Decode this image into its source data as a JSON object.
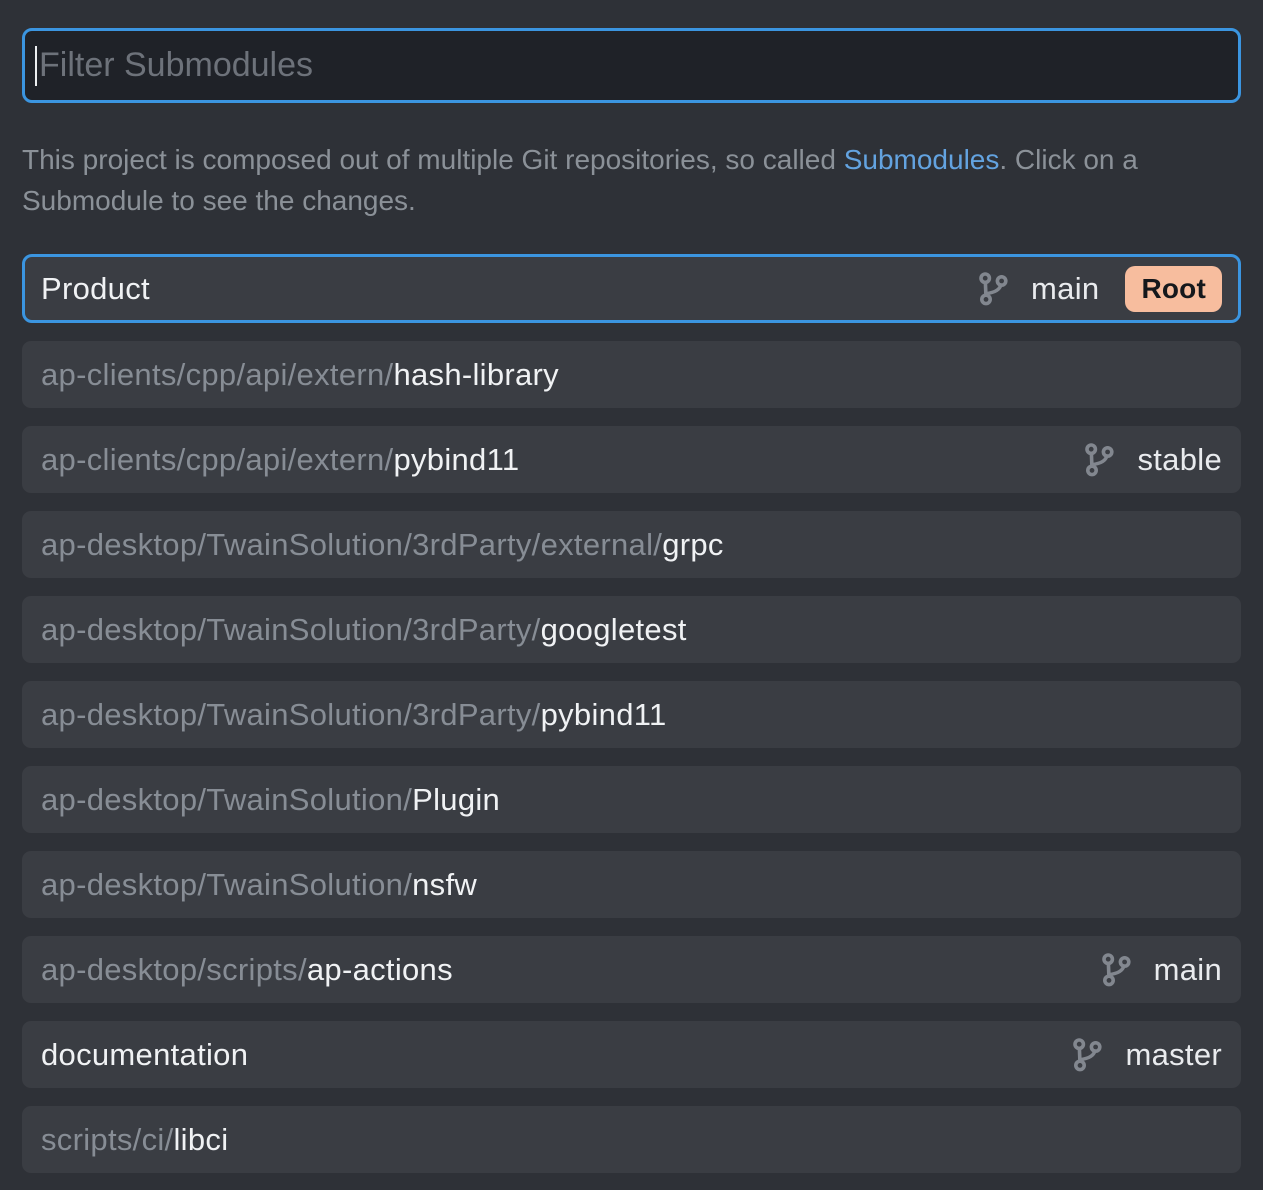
{
  "filter": {
    "placeholder": "Filter Submodules",
    "value": ""
  },
  "description": {
    "before": "This project is composed out of multiple Git repositories, so called ",
    "link": "Submodules",
    "after": ". Click on a Submodule to see the changes."
  },
  "submodules": {
    "rows": [
      {
        "path": "",
        "name": "Product",
        "branch": "main",
        "badge": "Root",
        "selected": true
      },
      {
        "path": "ap-clients/cpp/api/extern/",
        "name": "hash-library",
        "branch": null,
        "badge": null,
        "selected": false
      },
      {
        "path": "ap-clients/cpp/api/extern/",
        "name": "pybind11",
        "branch": "stable",
        "badge": null,
        "selected": false
      },
      {
        "path": "ap-desktop/TwainSolution/3rdParty/external/",
        "name": "grpc",
        "branch": null,
        "badge": null,
        "selected": false
      },
      {
        "path": "ap-desktop/TwainSolution/3rdParty/",
        "name": "googletest",
        "branch": null,
        "badge": null,
        "selected": false
      },
      {
        "path": "ap-desktop/TwainSolution/3rdParty/",
        "name": "pybind11",
        "branch": null,
        "badge": null,
        "selected": false
      },
      {
        "path": "ap-desktop/TwainSolution/",
        "name": "Plugin",
        "branch": null,
        "badge": null,
        "selected": false
      },
      {
        "path": "ap-desktop/TwainSolution/",
        "name": "nsfw",
        "branch": null,
        "badge": null,
        "selected": false
      },
      {
        "path": "ap-desktop/scripts/",
        "name": "ap-actions",
        "branch": "main",
        "badge": null,
        "selected": false
      },
      {
        "path": "",
        "name": "documentation",
        "branch": "master",
        "badge": null,
        "selected": false
      },
      {
        "path": "scripts/ci/",
        "name": "libci",
        "branch": null,
        "badge": null,
        "selected": false
      }
    ]
  },
  "icons": {
    "branch": "git-branch-icon"
  },
  "colors": {
    "accent": "#3b95e0",
    "link": "#63a3e0",
    "badge_bg": "#f7bd9e",
    "row_bg": "#3a3d43",
    "page_bg": "#2e3137",
    "input_bg": "#1f2228"
  }
}
